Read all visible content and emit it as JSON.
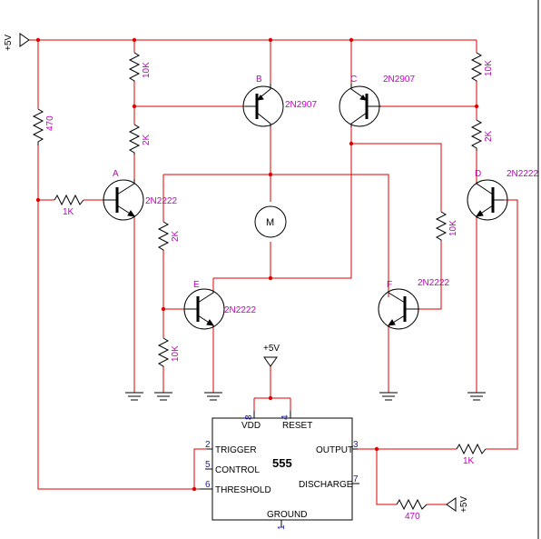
{
  "colors": {
    "wire": "#e00000",
    "component": "#000000",
    "value": "#c000c0",
    "pin": "#1a1aa0"
  },
  "supply": {
    "main": "+5V",
    "ic": "+5V",
    "right": "+5V"
  },
  "transistors": [
    {
      "id": "A",
      "part": "2N2222"
    },
    {
      "id": "B",
      "part": "2N2907"
    },
    {
      "id": "C",
      "part": "2N2907"
    },
    {
      "id": "D",
      "part": "2N2222"
    },
    {
      "id": "E",
      "part": "2N2222"
    },
    {
      "id": "F",
      "part": "2N2222"
    }
  ],
  "resistors": {
    "r_470_left": "470",
    "r_10k_top_left": "10K",
    "r_2k_left": "2K",
    "r_1k_base_a": "1K",
    "r_2k_base_e": "2K",
    "r_10k_e": "10K",
    "r_10k_top_right": "10K",
    "r_2k_right": "2K",
    "r_10k_base_f": "10K",
    "r_1k_output": "1K",
    "r_470_output": "470"
  },
  "motor": {
    "label": "M"
  },
  "ic": {
    "name": "555",
    "pins": {
      "vdd": {
        "label": "VDD",
        "num": "8"
      },
      "reset": {
        "label": "RESET",
        "num": "4"
      },
      "trigger": {
        "label": "TRIGGER",
        "num": "2"
      },
      "control": {
        "label": "CONTROL",
        "num": "5"
      },
      "threshold": {
        "label": "THRESHOLD",
        "num": "6"
      },
      "output": {
        "label": "OUTPUT",
        "num": "3"
      },
      "discharge": {
        "label": "DISCHARGE",
        "num": "7"
      },
      "ground": {
        "label": "GROUND",
        "num": "1"
      }
    }
  }
}
